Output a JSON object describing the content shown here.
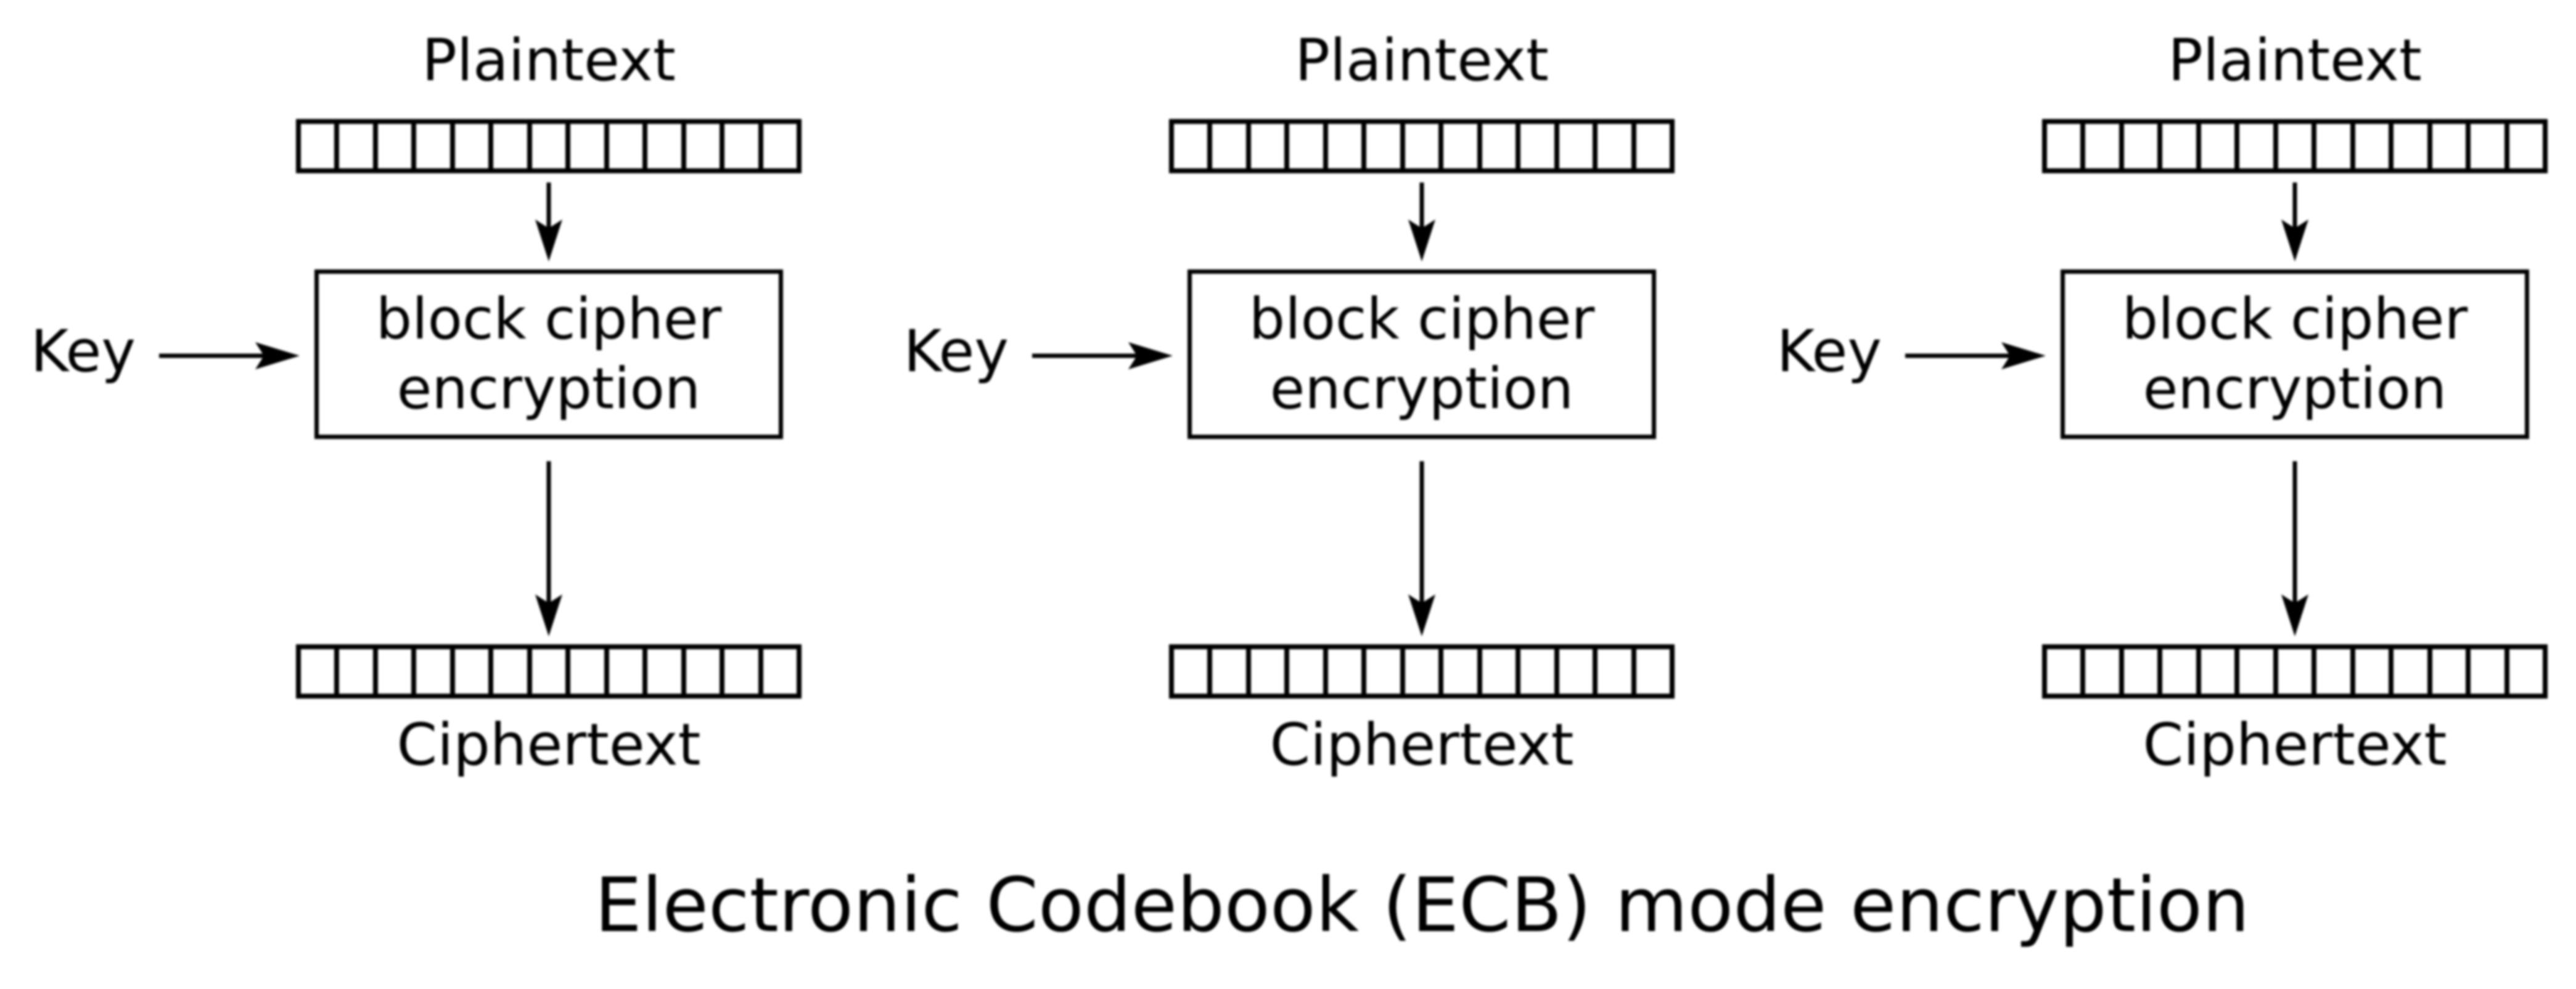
{
  "page": {
    "background": "#ffffff",
    "ink": "#000000"
  },
  "caption": {
    "text": "Electronic Codebook (ECB) mode encryption"
  },
  "diagram": {
    "block_cells": 13,
    "columns": [
      {
        "plaintext_label": "Plaintext",
        "key_label": "Key",
        "box_label_line1": "block cipher",
        "box_label_line2": "encryption",
        "ciphertext_label": "Ciphertext"
      },
      {
        "plaintext_label": "Plaintext",
        "key_label": "Key",
        "box_label_line1": "block cipher",
        "box_label_line2": "encryption",
        "ciphertext_label": "Ciphertext"
      },
      {
        "plaintext_label": "Plaintext",
        "key_label": "Key",
        "box_label_line1": "block cipher",
        "box_label_line2": "encryption",
        "ciphertext_label": "Ciphertext"
      }
    ]
  }
}
